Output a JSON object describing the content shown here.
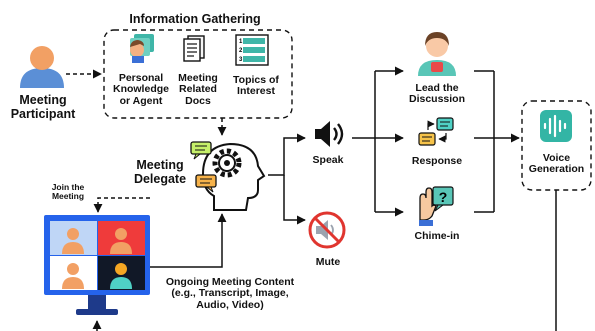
{
  "diagram": {
    "participant": {
      "label_line1": "Meeting",
      "label_line2": "Participant"
    },
    "info_gathering": {
      "title": "Information Gathering",
      "items": [
        {
          "line1": "Personal",
          "line2": "Knowledge",
          "line3": "or Agent"
        },
        {
          "line1": "Meeting",
          "line2": "Related",
          "line3": "Docs"
        },
        {
          "line1": "Topics of",
          "line2": "Interest"
        }
      ],
      "list_numbers": [
        "1",
        "2",
        "3"
      ]
    },
    "delegate": {
      "line1": "Meeting",
      "line2": "Delegate"
    },
    "join": {
      "line1": "Join the",
      "line2": "Meeting"
    },
    "ongoing": {
      "line1": "Ongoing Meeting Content",
      "line2": "(e.g., Transcript, Image,",
      "line3": "Audio, Video)"
    },
    "speak": {
      "label": "Speak"
    },
    "mute": {
      "label": "Mute"
    },
    "lead": {
      "line1": "Lead the",
      "line2": "Discussion"
    },
    "response": {
      "label": "Response"
    },
    "chime": {
      "label": "Chime-in"
    },
    "voice_generation": {
      "line1": "Voice",
      "line2": "Generation"
    },
    "question_mark": "?",
    "colors": {
      "arrow": "#111111",
      "teal": "#33b5a5",
      "screen_blue": "#2563eb",
      "mute_red": "#e0352f",
      "participant_blue": "#5b8fd6",
      "participant_orange": "#f2a064"
    }
  }
}
